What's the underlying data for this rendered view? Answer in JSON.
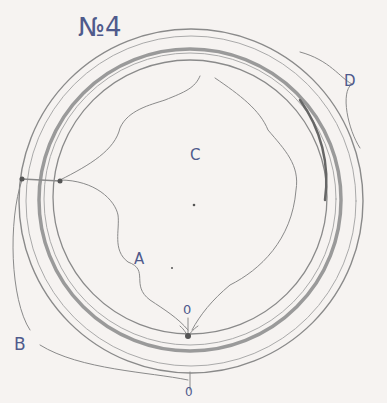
{
  "diagram": {
    "labels": [
      "№4",
      "D",
      "C",
      "A",
      "B",
      "0",
      "0"
    ]
  }
}
